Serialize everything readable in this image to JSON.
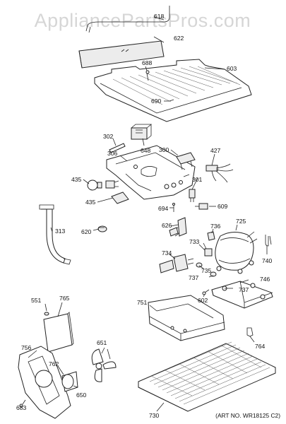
{
  "watermark": "AppliancePartsPros.com",
  "art_number": "(ART NO. WR18125 C2)",
  "labels": {
    "l618": "618",
    "l622": "622",
    "l688": "688",
    "l603": "603",
    "l690": "690",
    "l302": "302",
    "l648": "648",
    "l300": "300",
    "l427": "427",
    "l306": "306",
    "l435a": "435",
    "l435b": "435",
    "l301": "301",
    "l694": "694",
    "l609": "609",
    "l313": "313",
    "l620": "620",
    "l626": "626",
    "l736": "736",
    "l725": "725",
    "l733": "733",
    "l734": "734",
    "l735": "735",
    "l740": "740",
    "l737a": "737",
    "l737b": "737",
    "l746": "746",
    "l551": "551",
    "l765": "765",
    "l751": "751",
    "l602": "602",
    "l651": "651",
    "l756": "756",
    "l762": "762",
    "l650": "650",
    "l764": "764",
    "l683": "683",
    "l730": "730"
  }
}
